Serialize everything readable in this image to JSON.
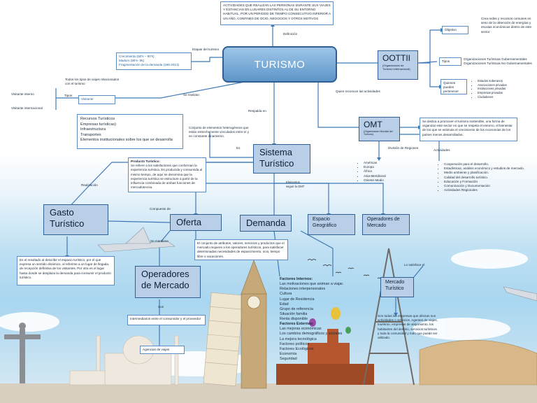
{
  "title": "TURISMO",
  "top_definition": "ACTIVIDADES QUE REALIZAN LAS PERSONAS DURANTE SUS VIAJES Y ESTANCIAS EN LUGARES DISTINTOS AL DE SU ENTORNO HABITUAL, POR UN PERIODO DE TIEMPO CONSECUTIVO INFERIOR A UN AÑO, CONFINES DE OCIO, NEGOCIOS Y OTROS MOTIVOS",
  "edge_labels": {
    "definicion": "Definición",
    "etapas": "Etapas del turismo",
    "se_realizan": "Se realizan",
    "tipos_left": "Tipos",
    "quien_reconoce": "Quien reconoce las actividades",
    "respalda": "Respalda en",
    "es": "Es",
    "compuesto_de": "Compuesto de",
    "elementos": "Elementos seguir la OMT",
    "division_regiones": "División de Regiones",
    "actividades": "Actividades",
    "se_mantiene": "Se mantiene",
    "realizacion": "Realización",
    "son": "Son",
    "lo_satisface_el": "Lo satisface el"
  },
  "etapas": [
    "Crecimiento (50's – 80's)",
    "Maduro (80's- 95)",
    "Fragmentación de la demanda (195-2013)"
  ],
  "todos_tipos": "Todos los tipos de viajes relacionados con el turismo",
  "visitante_box": "Visitante",
  "visitante_interno": "Visitante interno",
  "visitante_internacional": "Visitante internacional",
  "oottii": {
    "label": "OOTTII",
    "sub": "(Organización de Turismo Internacional)",
    "objetivo": "Objetivo",
    "objetivo_text": "Crea redes y recursos comunes en seso de la obtención de energías y escalas económicas dentro de este sector",
    "tipos": "Tipos",
    "tipos_text": "Organizaciones Turísticas Gubernamentales Organizaciones Turísticas No Gubernamentales",
    "quienes": "Quienes pueden pertenecer",
    "quienes_list": [
      "Estados soberanos",
      "Asociaciones privadas",
      "Instituciones privadas",
      "Empresas privadas",
      "Ciudadanos"
    ]
  },
  "omt": {
    "label": "OMT",
    "sub": "(Organización Mundial del Turismo)",
    "text": "Se dedica a promover el turismo sostenible, una forma de organizar este sector en que se respeta el entorno, el bienestar de los que se estimula el crecimiento de los economías de los países menos desarrollados.",
    "regiones": [
      "Américas",
      "Europa",
      "África",
      "Asia-Meridional",
      "Oriente Medio"
    ],
    "actividades": [
      "Cooperación para el desarrollo.",
      "Estadísticas, análisis económico y estudios de mercado.",
      "Medio ambiente y planificación.",
      "Calidad del desarrollo turístico.",
      "Educación y Formación",
      "Comunicación y Documentación",
      "Actividades Regionales"
    ]
  },
  "recursos": [
    "Recursos Turísticos",
    "Empresas turísticas)",
    "Infraestructura",
    "Transportes",
    "Elementos institucionales sobre los que se desarrolla"
  ],
  "conjunto_text": "Conjunto de elementos heterogéneos que están estrechamente vinculados entre sí y en constante dinamismo.",
  "sistema": "Sistema Turístico",
  "producto": {
    "title": "Producto Turístico:",
    "text": "Se refiere a los satisfactores que conforman la experiencia turística. Es producida y consumida  al mismo tiempo, de aquí se denomina que la experiencia turística se estructure a partir de la influencia combinada de ambas funciones de mercadotecnia."
  },
  "gasto": "Gasto Turístico",
  "gasto_text": "Es el resultado al describir el espacio turístico, por el que expresa un sentido dinámico, al referirse a un lugar de llegada, de recepción definitiva de los visitantes. Por otra es el lugar hasta donde se desplaza la demanda para consumir el producto turístico.",
  "oferta": "Oferta",
  "demanda": "Demanda",
  "espacio": "Espacio Geográfico",
  "operadores_mercado": "Operadores de Mercado",
  "oferta_text": "El conjunto de atributos, valores, servicios y productos que el mercado requiere a los operadores turísticos, para satisfacer determinadas necesidades de esparcimiento, ocio, tiempo libre o vacaciones.",
  "operadores": "Operadores de Mercado",
  "intermediarios": "Intermediarios entre el consumidor y el proveedor",
  "agencias": "Agencias de viajes",
  "factores": {
    "internos_title": "Factores Internos:",
    "internos": [
      "Las motivaciones que animan a viajar.",
      "Relaciones interpersonales",
      "Cultura",
      "Lugar de Residencia",
      "Edad",
      "Grupo de referencia",
      "Situación familia",
      "Renta disponible"
    ],
    "externos_title": "Factores Externos:",
    "externos": [
      "Las mejoras económicas",
      "Los cambios demográficos y sociales",
      "La mejora tecnológica",
      "Factores políticos",
      "Factores Ecológicos",
      "Economía",
      "Seguridad"
    ]
  },
  "mercado": "Mercado Turístico",
  "mercado_text": "Son todas las empresas que afectan sus actividades o servicios. Agentes de viajes, tourismo, empresas de alojamiento, los habitantes del destino, servicios turísticos y toda la comunidad y todo que puede ser utilizado."
}
